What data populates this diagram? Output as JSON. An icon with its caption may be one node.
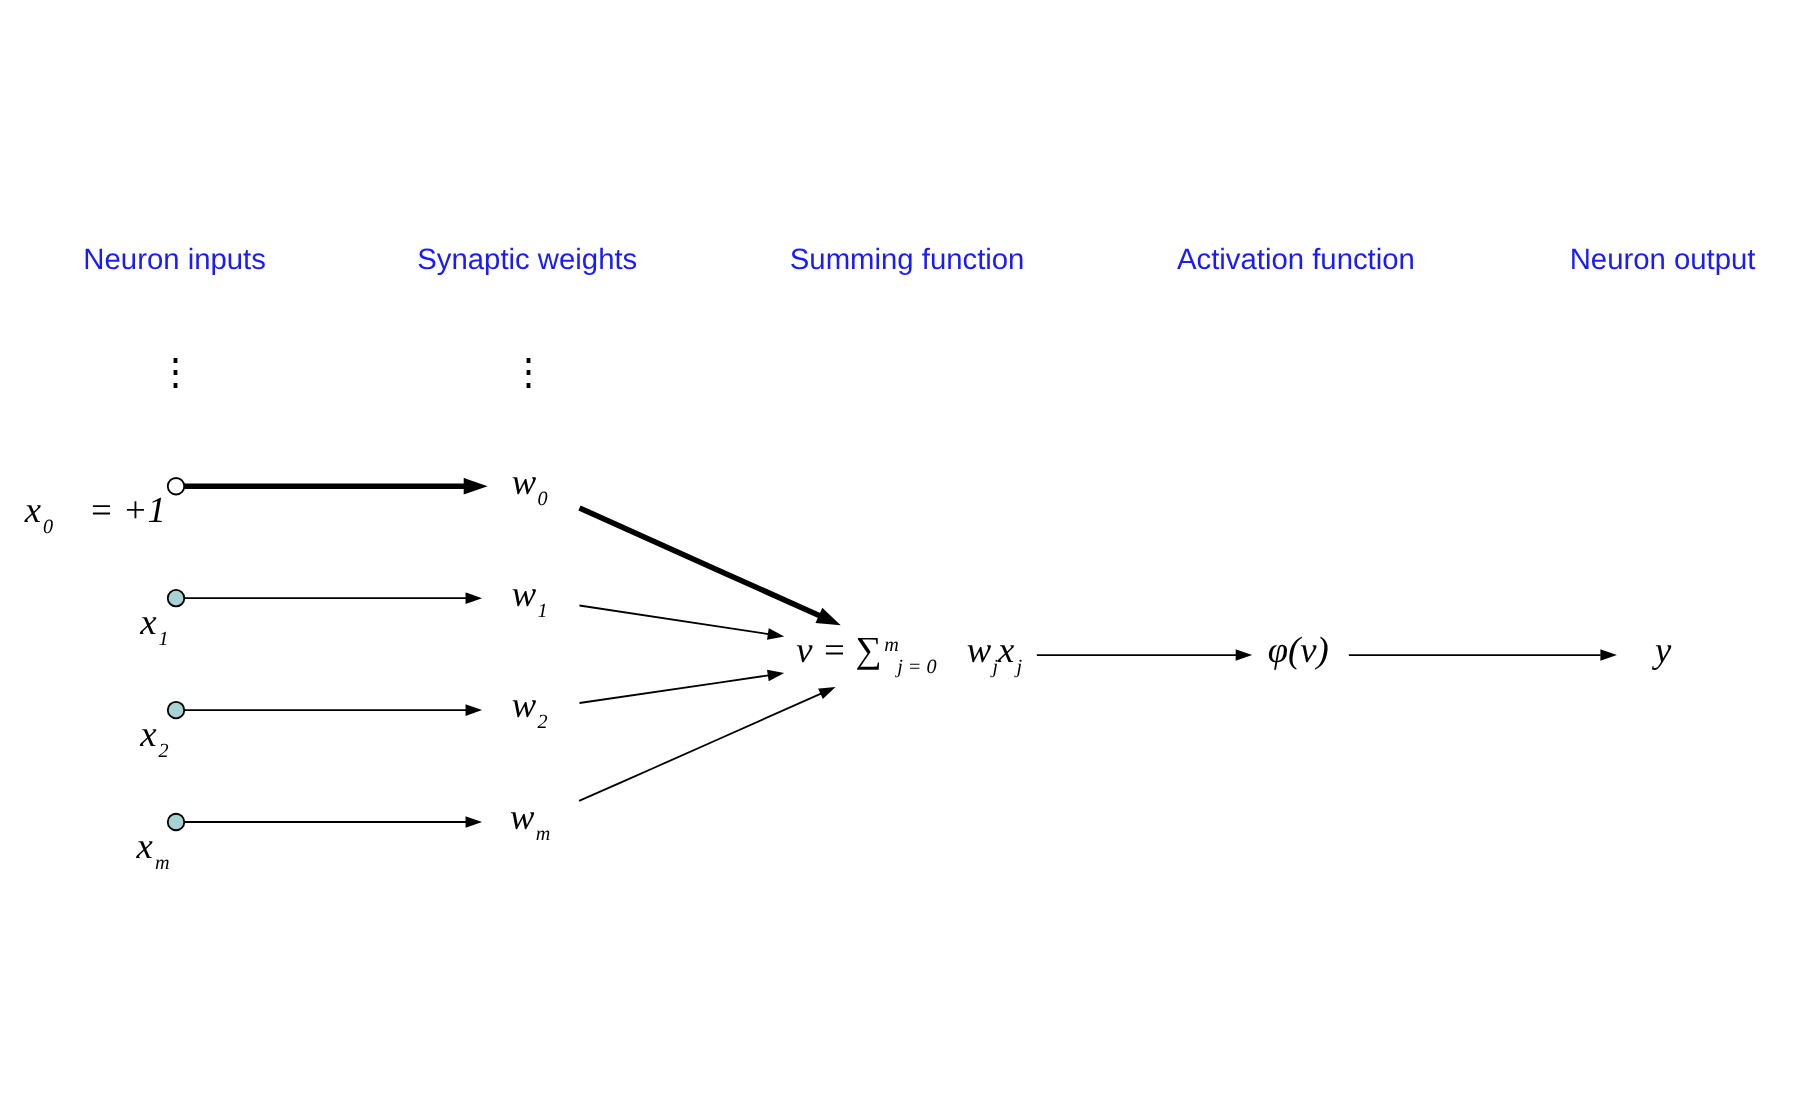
{
  "diagram": {
    "nodes": [
      {
        "text": [],
        "shape": "circle",
        "beside": [
          "x$_{0}$ = +1"
        ]
      },
      {
        "text": [
          "w$_{0}$"
        ]
      },
      {
        "text": [],
        "shape": "circle",
        "beside": [
          "x$_{1}$"
        ]
      },
      {
        "text": [
          "w$_{1}$"
        ]
      },
      {
        "text": [],
        "shape": "circle",
        "beside": [
          "x$_{2}$"
        ]
      },
      {
        "text": [
          "w$_{2}$"
        ]
      },
      {
        "text": [],
        "shape": "circle",
        "beside": [
          "x$_{m}$"
        ]
      },
      {
        "text": [
          "w$_{m}$"
        ]
      },
      {
        "text": [
          "v = ∑$^{m}$$_{j = 0}$ w$_{j}$x$_{j}$"
        ]
      },
      {
        "text": [
          "φ(v)"
        ]
      },
      {
        "text": [
          "y"
        ]
      }
    ],
    "edges": [
      {
        "from": 0,
        "to": 1,
        "arrow": "to",
        "style": "thick"
      },
      {
        "from": 2,
        "to": 3,
        "arrow": "to"
      },
      {
        "from": 4,
        "to": 5,
        "arrow": "to"
      },
      {
        "from": 6,
        "to": 7,
        "arrow": "to"
      },
      {
        "from": 1,
        "to": 8,
        "arrow": "to",
        "style": "thick"
      },
      {
        "from": 3,
        "to": 8,
        "arrow": "to"
      },
      {
        "from": 5,
        "to": 8,
        "arrow": "to"
      },
      {
        "from": 7,
        "to": 8,
        "arrow": "to"
      },
      {
        "from": 8,
        "to": 9,
        "arrow": "to"
      },
      {
        "from": 9,
        "to": 10,
        "arrow": "to"
      }
    ],
    "labels": [
      "⋮",
      "⋮",
      "Neuron inputs",
      "Synaptic weights",
      "Summing function",
      "Activation function",
      "Neuron output"
    ]
  }
}
